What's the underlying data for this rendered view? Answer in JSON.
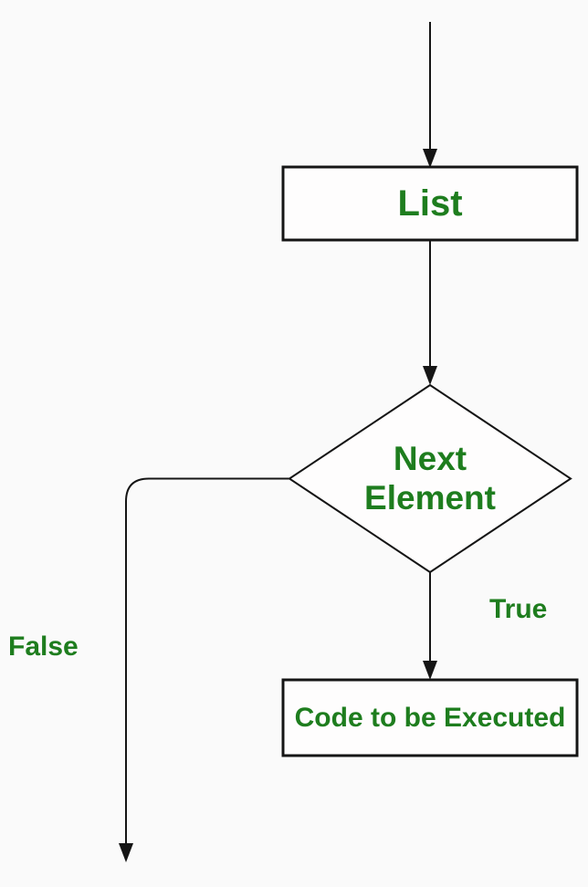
{
  "colors": {
    "background": "#fafafa",
    "node_fill": "#fefdfd",
    "line": "#151515",
    "text_green": "#1e7d1e"
  },
  "diagram": {
    "type": "flowchart",
    "nodes": {
      "list": {
        "label": "List",
        "shape": "rectangle"
      },
      "decision": {
        "label": "Next Element",
        "shape": "diamond"
      },
      "process": {
        "label": "Code to be Executed",
        "shape": "rectangle"
      }
    },
    "edge_labels": {
      "true_branch": {
        "text": "True"
      },
      "false_branch": {
        "text": "False"
      }
    },
    "flow": [
      "start -> List",
      "List -> Next Element",
      "Next Element -True-> Code to be Executed",
      "Next Element -False-> exit"
    ]
  }
}
